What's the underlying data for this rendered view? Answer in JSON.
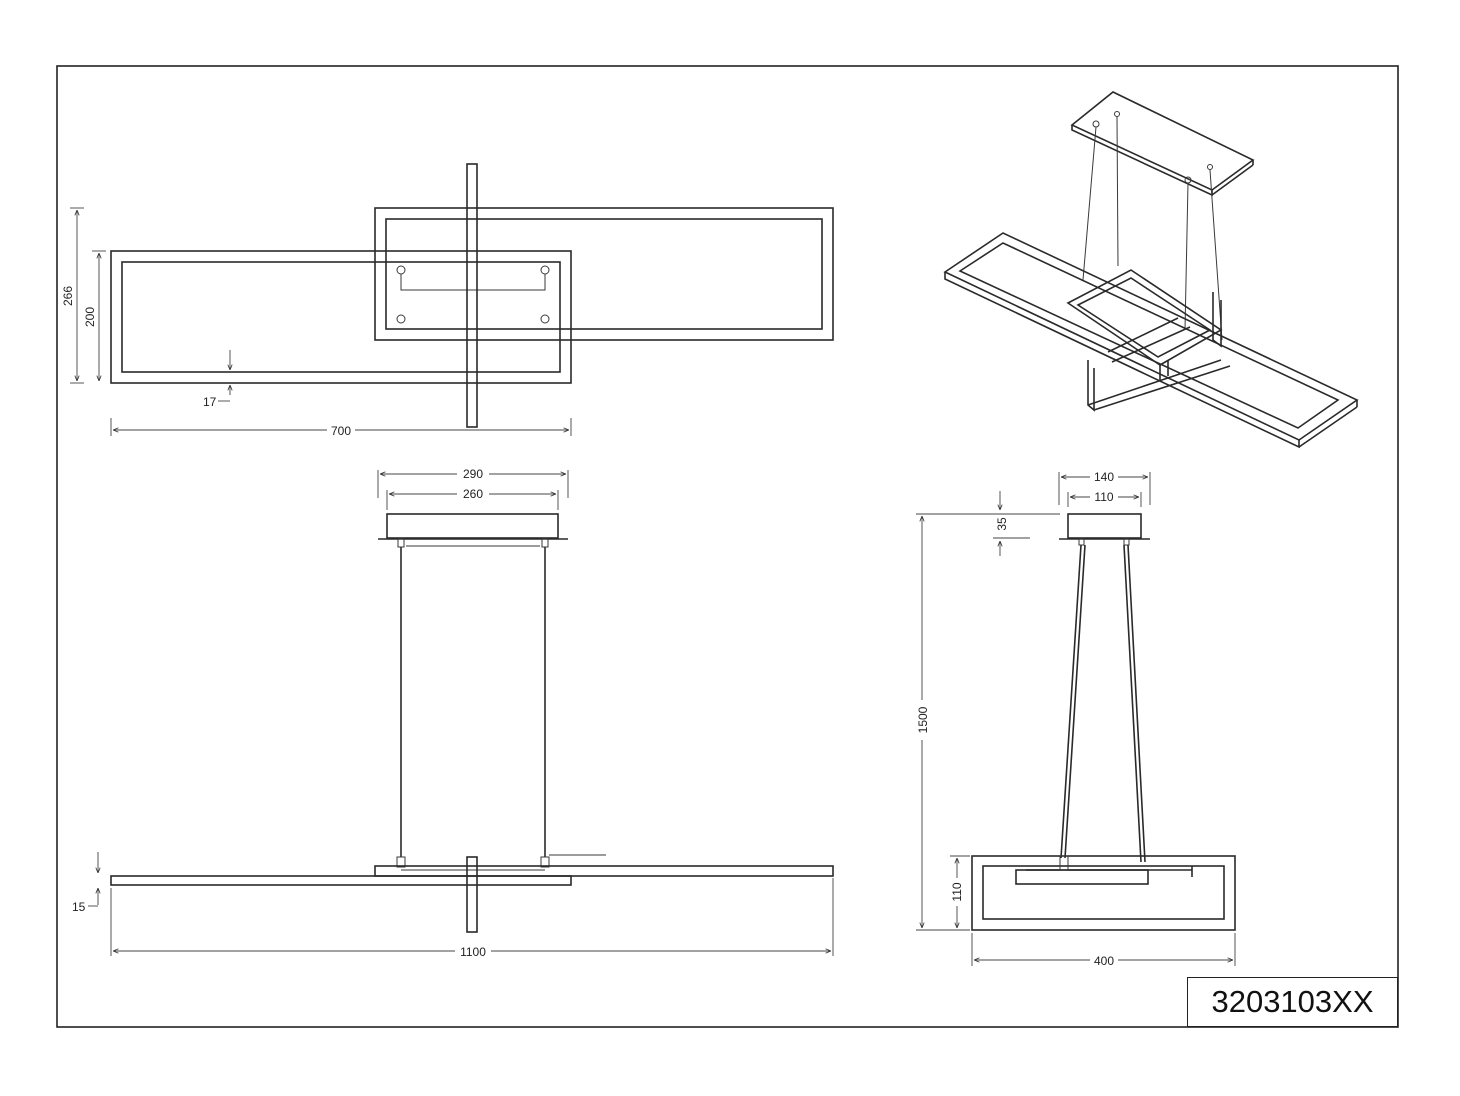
{
  "product_code": "3203103XX",
  "top_view": {
    "dim_height_outer": "266",
    "dim_height_inner": "200",
    "dim_thickness": "17",
    "dim_width": "700"
  },
  "front_view": {
    "dim_canopy_outer": "290",
    "dim_canopy_inner": "260",
    "dim_frame_height": "15",
    "dim_length": "1100"
  },
  "side_view": {
    "dim_canopy_outer": "140",
    "dim_canopy_inner": "110",
    "dim_canopy_height": "35",
    "dim_total_height": "1500",
    "dim_frame_height": "110",
    "dim_depth": "400"
  }
}
